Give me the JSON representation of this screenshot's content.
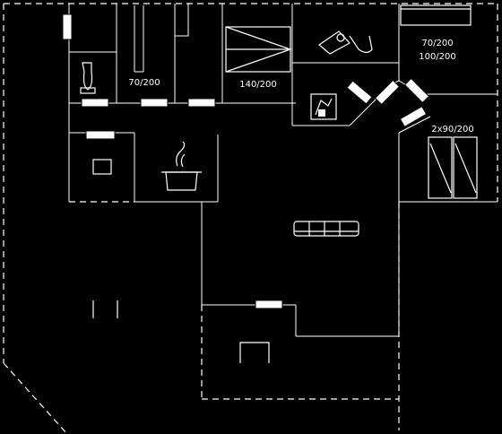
{
  "rooms": {
    "bedroom_left_label": "70/200",
    "bedroom_mid_label": "140/200",
    "bedroom_right_label_1": "70/200",
    "bedroom_right_label_2": "100/200",
    "bedroom_far_right_label": "2x90/200"
  },
  "icons": {
    "toilet": "toilet-icon",
    "shower": "shower-icon",
    "washing": "washing-machine-icon",
    "oven": "oven-icon",
    "cooking_pot": "cooking-pot-icon",
    "sofa": "sofa-icon",
    "fireplace": "fireplace-icon",
    "table": "dining-table-icon"
  }
}
